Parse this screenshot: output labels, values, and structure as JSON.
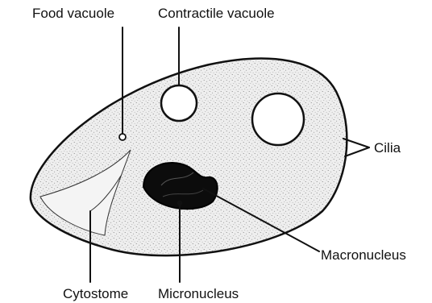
{
  "diagram": {
    "labels": {
      "food_vacuole": "Food vacuole",
      "contractile_vacuole": "Contractile vacuole",
      "cilia": "Cilia",
      "macronucleus": "Macronucleus",
      "cytostome": "Cytostome",
      "micronucleus": "Micronucleus"
    },
    "colors": {
      "ink": "#111111",
      "cytoplasm": "#e9e9e9",
      "paper": "#ffffff"
    }
  }
}
